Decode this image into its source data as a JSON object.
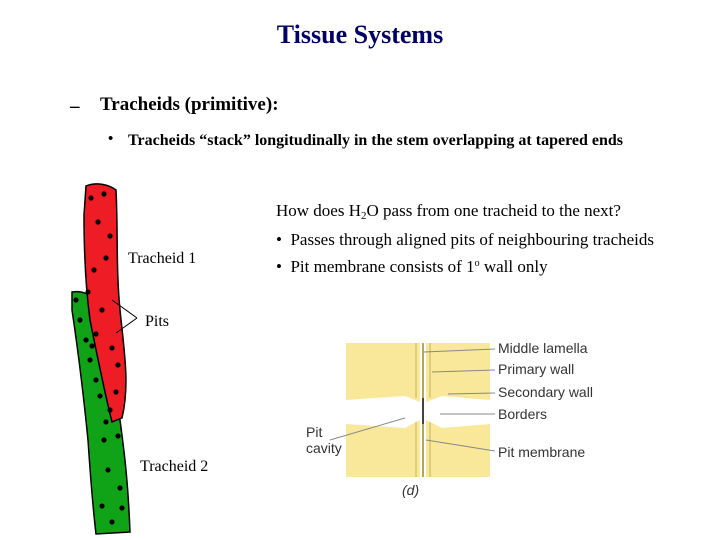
{
  "title": "Tissue Systems",
  "level1": {
    "marker": "–",
    "text": "Tracheids (primitive):"
  },
  "level2": {
    "marker": "•",
    "text": "Tracheids “stack” longitudinally in the stem overlapping at tapered ends"
  },
  "question": {
    "line1_before": "How does H",
    "line1_sub": "2",
    "line1_after": "O pass from one tracheid to the next?",
    "bullet_marker": "•",
    "bullet1": "Passes through aligned pits of neighbouring tracheids",
    "bullet2_before": "Pit membrane consists of 1",
    "bullet2_sup": "o",
    "bullet2_after": " wall only"
  },
  "left_diagram": {
    "tracheid1_label": "Tracheid 1",
    "pits_label": "Pits",
    "tracheid2_label": "Tracheid 2",
    "tracheid1_color": "#ee1c25",
    "tracheid2_color": "#10a317"
  },
  "right_diagram": {
    "labels": {
      "middle_lamella": "Middle lamella",
      "primary_wall": "Primary wall",
      "secondary_wall": "Secondary wall",
      "borders": "Borders",
      "pit_membrane": "Pit membrane",
      "pit_cavity_line1": "Pit",
      "pit_cavity_line2": "cavity",
      "panel": "(d)"
    },
    "fill_color": "#f9e79a"
  }
}
